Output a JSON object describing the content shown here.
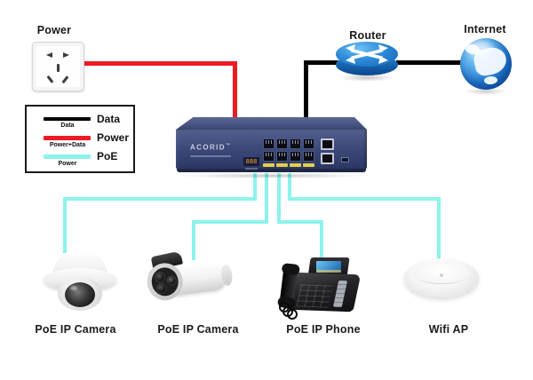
{
  "colors": {
    "background": "#ffffff",
    "data_line": "#000000",
    "power_line": "#ed1c24",
    "poe_line": "#8df2ec",
    "switch_body": "#3d4a7b",
    "router_blue": "#2585d3",
    "globe_blue": "#1d74cc"
  },
  "nodes": {
    "power": {
      "label": "Power"
    },
    "router": {
      "label": "Router"
    },
    "internet": {
      "label": "Internet"
    },
    "switch": {
      "brand": "acorid",
      "trademark": "™",
      "led_display": "888"
    }
  },
  "legend": {
    "items": [
      {
        "label": "Data",
        "sublabel": "Data",
        "color": "#000000"
      },
      {
        "label": "Power",
        "sublabel": "Power+Data",
        "color": "#ed1c24"
      },
      {
        "label": "PoE",
        "sublabel": "Power",
        "color": "#8df2ec"
      }
    ]
  },
  "devices": [
    {
      "label": "PoE IP Camera",
      "type": "dome-camera"
    },
    {
      "label": "PoE IP Camera",
      "type": "bullet-camera"
    },
    {
      "label": "PoE IP Phone",
      "type": "ip-phone"
    },
    {
      "label": "Wifi AP",
      "type": "wifi-ap"
    }
  ]
}
